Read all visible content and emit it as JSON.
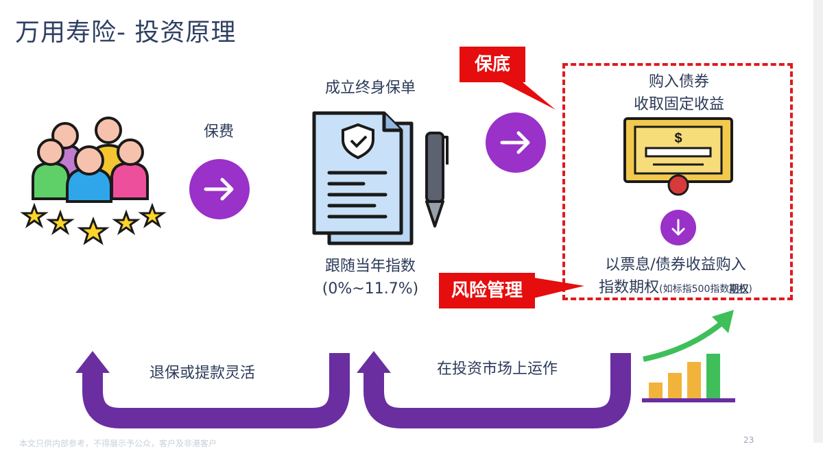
{
  "title": "万用寿险- 投资原理",
  "premium_label": "保费",
  "policy_title": "成立终身保单",
  "policy_index_line1": "跟随当年指数",
  "policy_index_line2": "(0%~11.7%)",
  "tag_guarantee": "保底",
  "tag_risk": "风险管理",
  "bond_line1": "购入债券",
  "bond_line2": "收取固定收益",
  "options_line1": "以票息/债券收益购入",
  "options_line2_main": "指数期权",
  "options_line2_small_a": "(如标指500指数",
  "options_line2_small_b": "期权",
  "options_line2_small_c": ")",
  "flow_left_label": "退保或提款灵活",
  "flow_right_label": "在投资市场上运作",
  "footnote": "本文只供内部参考，不得展示予公众，客户及非港客户",
  "page_number": "23",
  "colors": {
    "accent_purple": "#9a31c8",
    "flow_purple": "#6a2ea0",
    "red": "#e50d0d",
    "title": "#2f3f63"
  },
  "icons": [
    "people-group-icon",
    "arrow-right-icon",
    "policy-document-icon",
    "pen-icon",
    "bond-certificate-icon",
    "arrow-down-icon",
    "growth-chart-icon"
  ]
}
